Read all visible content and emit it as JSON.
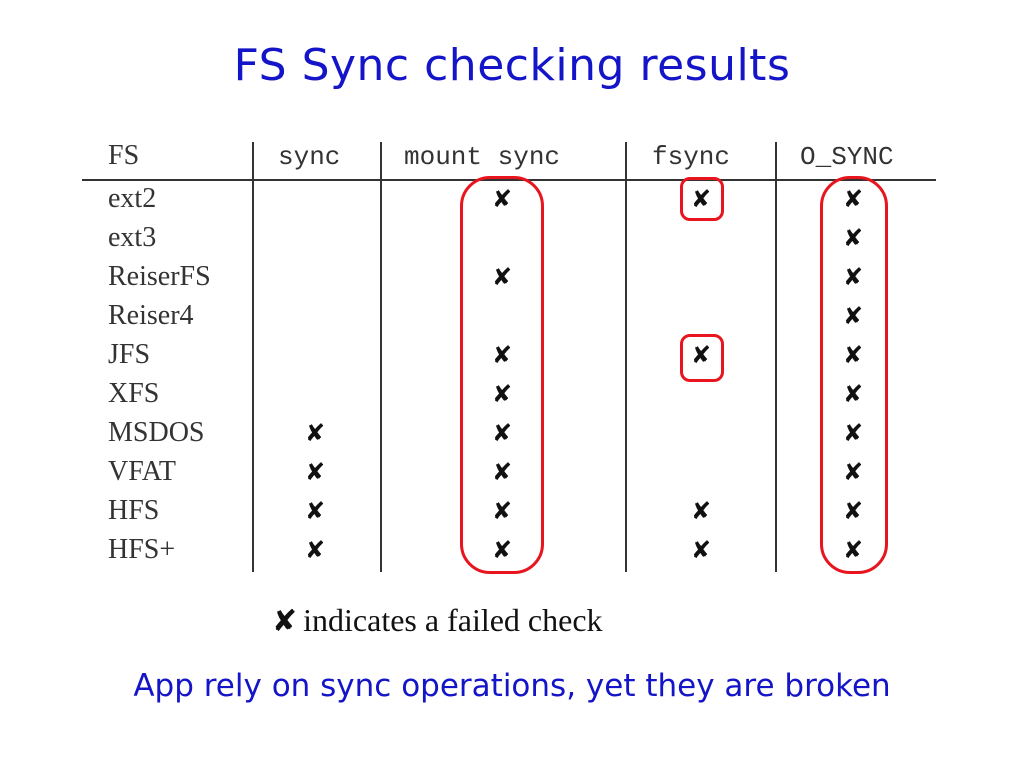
{
  "title": "FS Sync checking results",
  "table": {
    "columns": [
      "FS",
      "sync",
      "mount sync",
      "fsync",
      "O_SYNC"
    ],
    "mark_symbol": "✘",
    "rows": [
      {
        "fs": "ext2",
        "sync": false,
        "mount_sync": true,
        "fsync": true,
        "o_sync": true
      },
      {
        "fs": "ext3",
        "sync": false,
        "mount_sync": false,
        "fsync": false,
        "o_sync": true
      },
      {
        "fs": "ReiserFS",
        "sync": false,
        "mount_sync": true,
        "fsync": false,
        "o_sync": true
      },
      {
        "fs": "Reiser4",
        "sync": false,
        "mount_sync": false,
        "fsync": false,
        "o_sync": true
      },
      {
        "fs": "JFS",
        "sync": false,
        "mount_sync": true,
        "fsync": true,
        "o_sync": true
      },
      {
        "fs": "XFS",
        "sync": false,
        "mount_sync": true,
        "fsync": false,
        "o_sync": true
      },
      {
        "fs": "MSDOS",
        "sync": true,
        "mount_sync": true,
        "fsync": false,
        "o_sync": true
      },
      {
        "fs": "VFAT",
        "sync": true,
        "mount_sync": true,
        "fsync": false,
        "o_sync": true
      },
      {
        "fs": "HFS",
        "sync": true,
        "mount_sync": true,
        "fsync": true,
        "o_sync": true
      },
      {
        "fs": "HFS+",
        "sync": true,
        "mount_sync": true,
        "fsync": true,
        "o_sync": true
      }
    ]
  },
  "legend": {
    "symbol": "✘",
    "text": "indicates a failed check"
  },
  "footer": "App rely on sync operations, yet they are broken",
  "colors": {
    "title": "#1414c8",
    "highlight": "#e8141e",
    "text": "#333333"
  }
}
